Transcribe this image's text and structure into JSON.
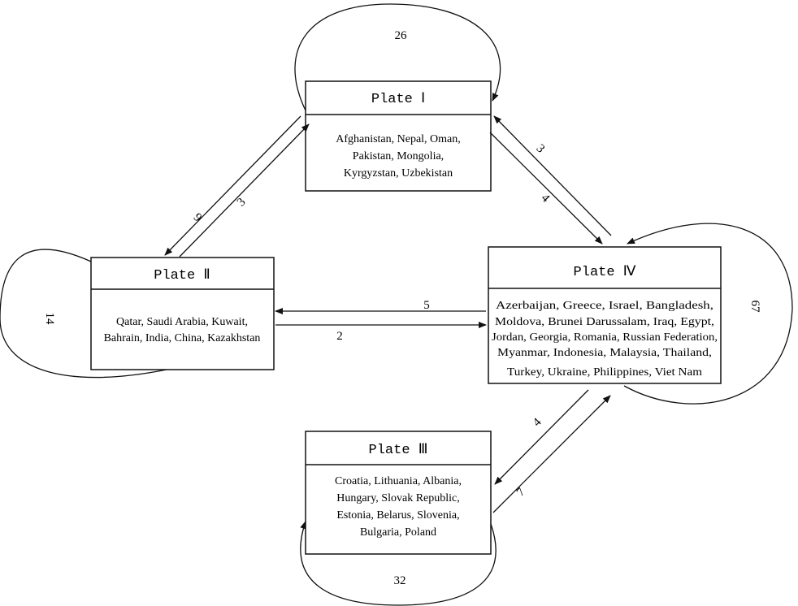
{
  "plates": {
    "p1": {
      "title": "Plate Ⅰ",
      "lines": [
        "Afghanistan, Nepal, Oman,",
        "Pakistan, Mongolia,",
        "Kyrgyzstan, Uzbekistan"
      ]
    },
    "p2": {
      "title": "Plate Ⅱ",
      "lines": [
        "Qatar, Saudi Arabia, Kuwait,",
        "Bahrain, India, China, Kazakhstan"
      ]
    },
    "p3": {
      "title": "Plate Ⅲ",
      "lines": [
        "Croatia, Lithuania, Albania,",
        "Hungary, Slovak Republic,",
        "Estonia, Belarus, Slovenia,",
        "Bulgaria, Poland"
      ]
    },
    "p4": {
      "title": "Plate Ⅳ",
      "lines": [
        "Azerbaijan, Greece, Israel, Bangladesh,",
        "Moldova, Brunei Darussalam, Iraq, Egypt,",
        "Jordan, Georgia, Romania, Russian Federation,",
        "Myanmar, Indonesia, Malaysia, Thailand,",
        "Turkey, Ukraine, Philippines, Viet Nam"
      ]
    }
  },
  "loops": {
    "p1": "26",
    "p2": "14",
    "p3": "32",
    "p4": "67"
  },
  "flows": {
    "p1_to_p2": "6",
    "p2_to_p1": "3",
    "p4_to_p1": "3",
    "p1_to_p4": "4",
    "p4_to_p2": "5",
    "p2_to_p4": "2",
    "p4_to_p3": "4",
    "p3_to_p4": "7"
  }
}
